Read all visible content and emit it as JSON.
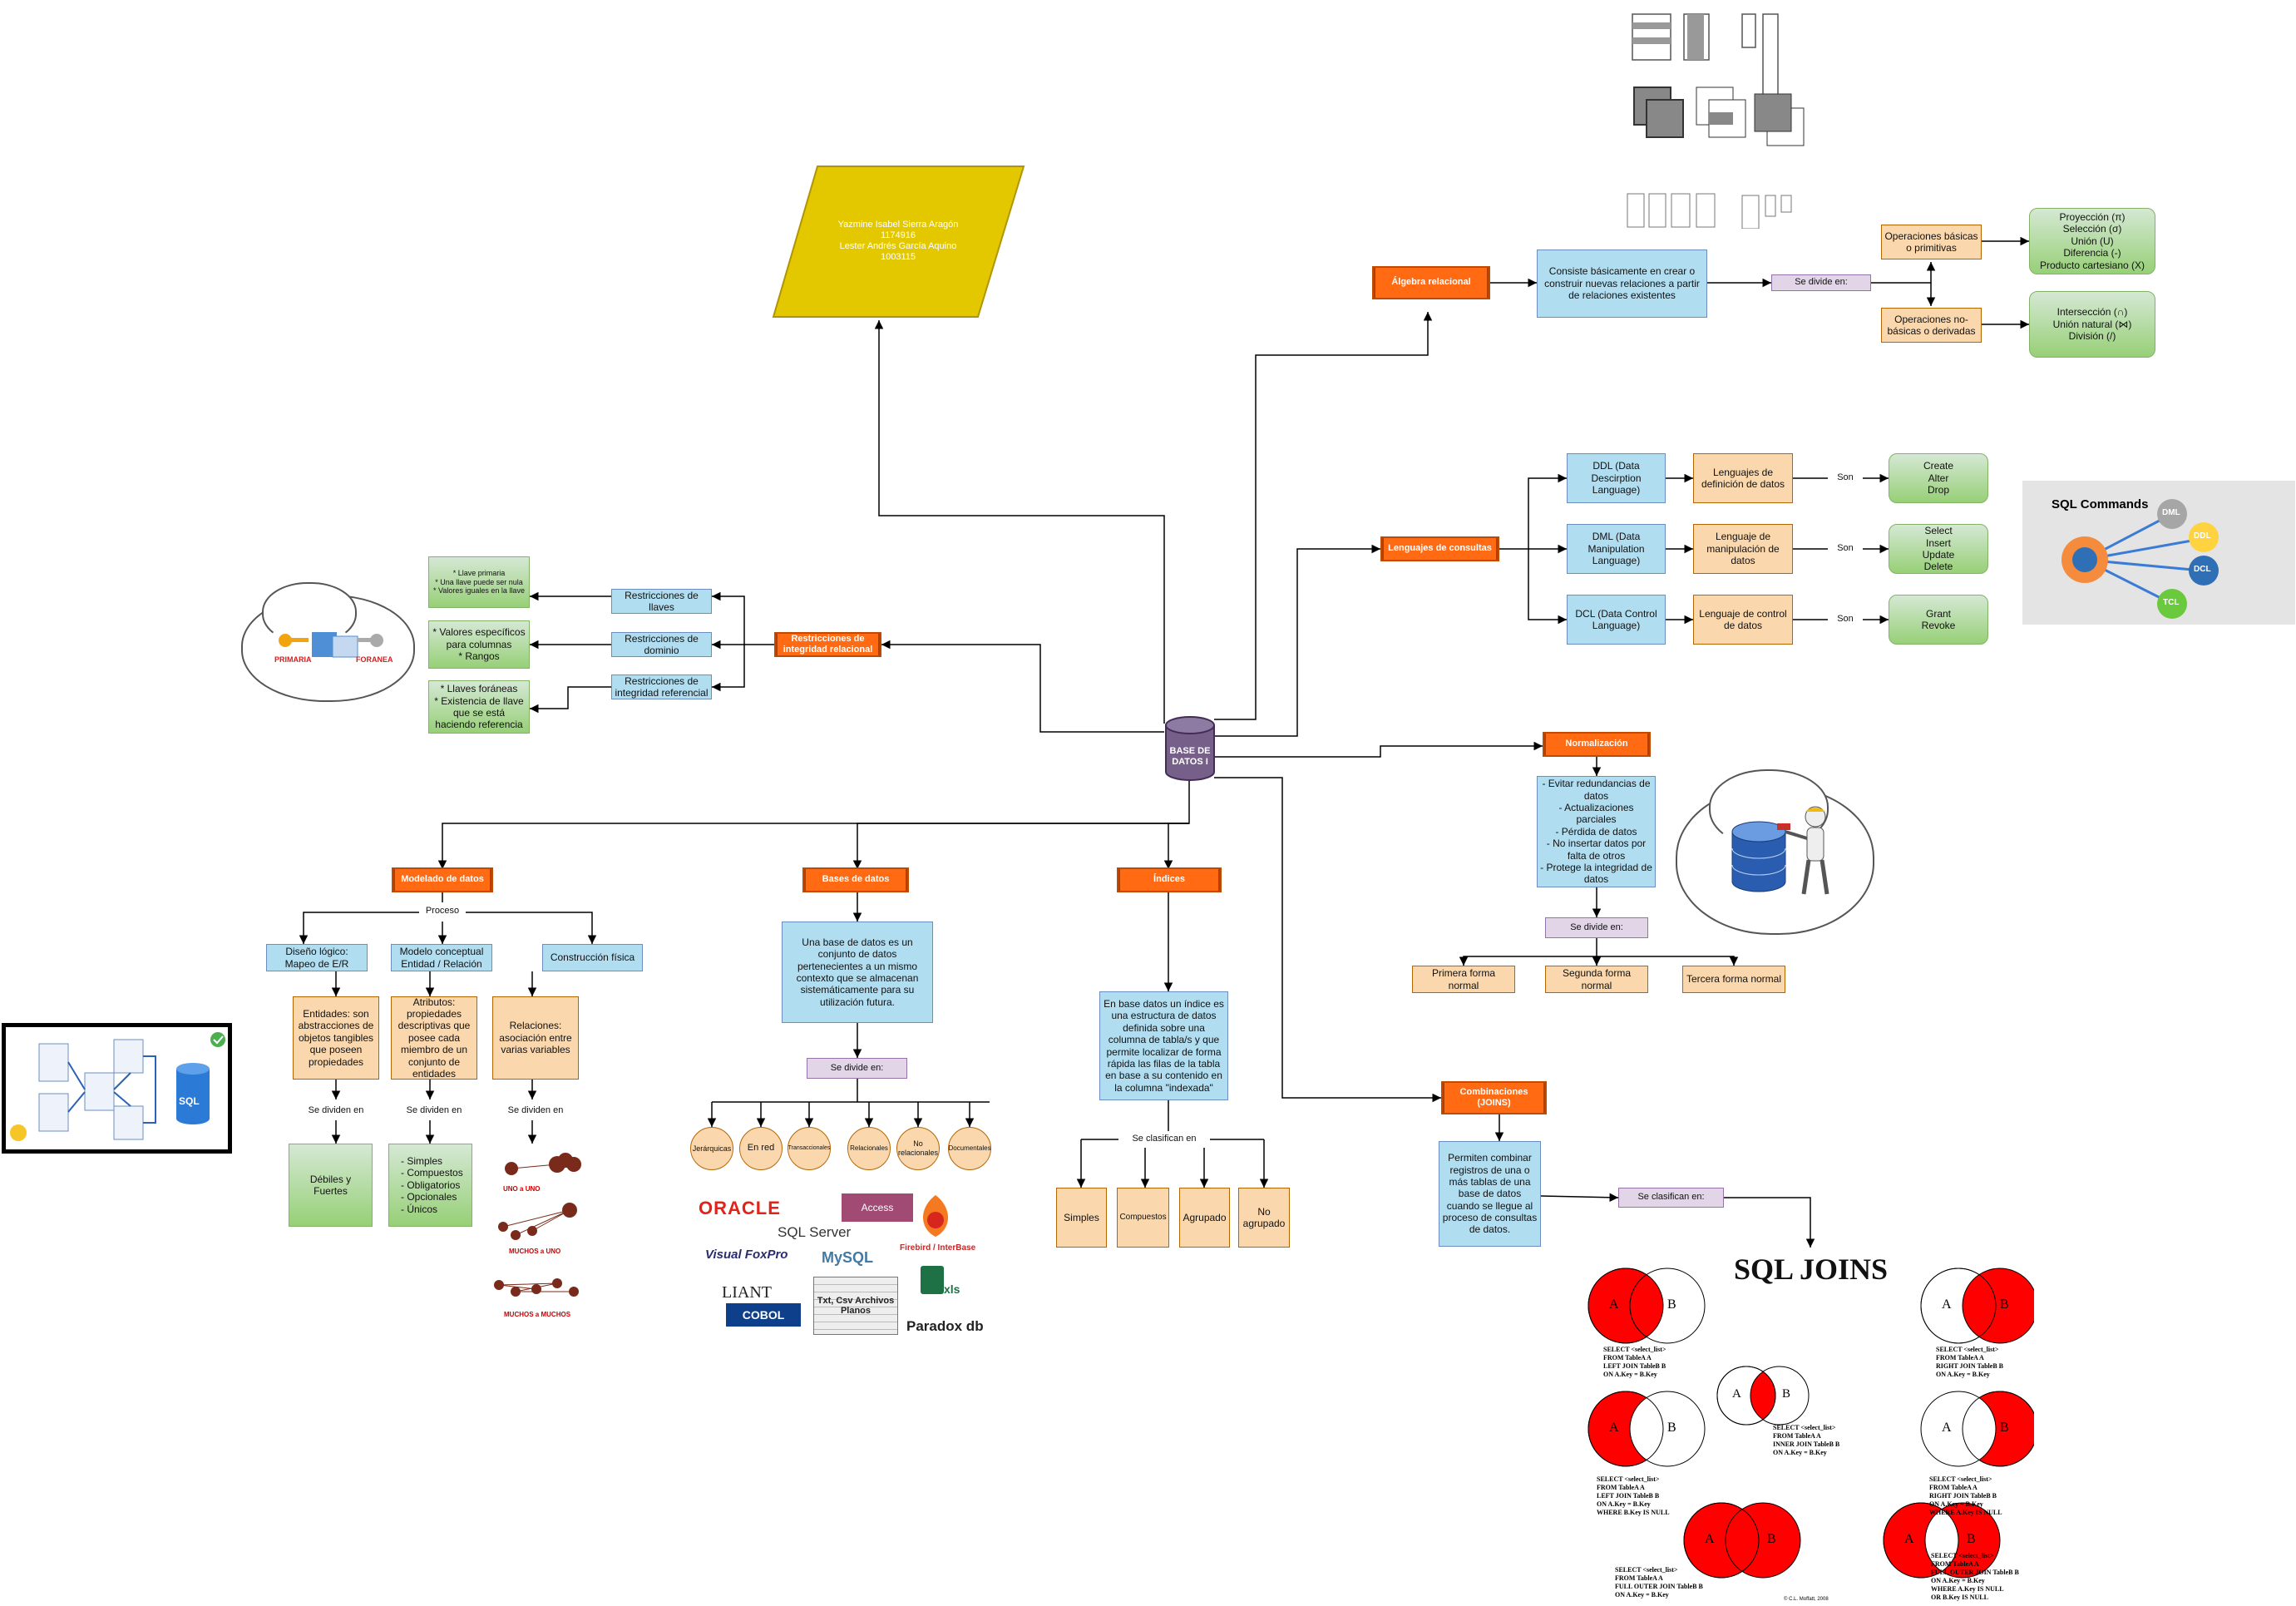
{
  "authors": {
    "line1": "Yazmine Isabel Sierra Aragón",
    "line2": "1174916",
    "line3": "Lester Andrés García Aquino",
    "line4": "1003115"
  },
  "center": {
    "label": "BASE DE DATOS I"
  },
  "algebra": {
    "title": "Álgebra relacional",
    "description": "Consiste básicamente en crear o construir nuevas relaciones a partir de relaciones existentes",
    "divides": "Se divide en:",
    "basic": "Operaciones básicas o primitivas",
    "basic_list": "Proyección (π)\nSelección (σ)\nUnión (U)\nDiferencia (-)\nProducto cartesiano (X)",
    "derived": "Operaciones no-básicas o derivadas",
    "derived_list": "Intersección (∩)\nUnión natural (⋈)\nDivisión (/)"
  },
  "languages": {
    "title": "Lenguajes de consultas",
    "son": "Son",
    "items": [
      {
        "name": "DDL (Data Descirption Language)",
        "desc": "Lenguajes de definición de datos",
        "cmds": "Create\nAlter\nDrop"
      },
      {
        "name": "DML (Data Manipulation Language)",
        "desc": "Lenguaje de manipulación de datos",
        "cmds": "Select\nInsert\nUpdate\nDelete"
      },
      {
        "name": "DCL (Data Control Language)",
        "desc": "Lenguaje de control de datos",
        "cmds": "Grant\nRevoke"
      }
    ],
    "sql_commands": {
      "title": "SQL Commands",
      "dml": "DML",
      "ddl": "DDL",
      "dcl": "DCL",
      "tcl": "TCL"
    }
  },
  "restrictions": {
    "title": "Restricciones de integridad relacional",
    "items": [
      {
        "name": "Restricciones de llaves",
        "desc": "* Llave primaria\n* Una llave puede ser nula\n* Valores iguales en la llave"
      },
      {
        "name": "Restricciones de dominio",
        "desc": "* Valores específicos para columnas\n* Rangos"
      },
      {
        "name": "Restricciones de integridad referencial",
        "desc": "* Llaves foráneas\n* Existencia de llave que se está haciendo referencia"
      }
    ],
    "primaria": "PRIMARIA",
    "foranea": "FORANEA"
  },
  "normalization": {
    "title": "Normalización",
    "description": "- Evitar redundancias de datos\n- Actualizaciones parciales\n- Pérdida de datos\n- No insertar datos por falta de otros\n- Protege la integridad de datos",
    "divides": "Se divide en:",
    "forms": [
      "Primera forma normal",
      "Segunda forma normal",
      "Tercera forma normal"
    ]
  },
  "modeling": {
    "title": "Modelado de datos",
    "process": "Proceso",
    "steps": [
      "Diseño lógico: Mapeo de E/R",
      "Modelo conceptual Entidad / Relación",
      "Construcción física"
    ],
    "parts": [
      "Entidades: son abstracciones de objetos tangibles que poseen propiedades",
      "Atributos: propiedades descriptivas que posee cada miembro de un conjunto de entidades",
      "Relaciones: asociación entre varias variables"
    ],
    "divide_label": "Se dividen en",
    "entities_types": "Débiles y Fuertes",
    "attribute_types": "- Simples\n- Compuestos\n- Obligatorios\n- Opcionales\n- Únicos",
    "rel_labels": [
      "UNO",
      "a",
      "UNO",
      "MUCHOS",
      "a",
      "UNO",
      "MUCHOS",
      "a",
      "MUCHOS"
    ],
    "sql_badge": "SQL"
  },
  "databases": {
    "title": "Bases de datos",
    "description": "Una base de datos es un conjunto de datos pertenecientes a un mismo contexto que se almacenan sistemáticamente para su utilización futura.",
    "divides": "Se divide en:",
    "types": [
      "Jerárquicas",
      "En red",
      "Transaccionales",
      "Relacionales",
      "No relacionales",
      "Documentales"
    ],
    "logos": [
      "ORACLE",
      "SQL Server",
      "Access",
      "Visual FoxPro",
      "MySQL",
      "Firebird / InterBase",
      "LIANT",
      "COBOL",
      "Txt, Csv Archivos Planos",
      "xls",
      "Paradox db"
    ]
  },
  "indexes": {
    "title": "Índices",
    "description": "En base datos un índice es una estructura de datos definida sobre una columna de tabla/s y que permite localizar de forma rápida las filas de la tabla en base a su contenido en la columna \"indexada\"",
    "classify": "Se clasifican en",
    "types": [
      "Simples",
      "Compuestos",
      "Agrupado",
      "No agrupado"
    ]
  },
  "joins": {
    "title": "Combinaciones (JOINS)",
    "description": "Permiten combinar registros de una o más tablas de una base de datos cuando se llegue al proceso de consultas de datos.",
    "classify": "Se clasifican en:",
    "image_title": "SQL JOINS",
    "a": "A",
    "b": "B",
    "queries": [
      "SELECT <select_list>\nFROM TableA A\nLEFT JOIN TableB B\nON A.Key = B.Key",
      "SELECT <select_list>\nFROM TableA A\nRIGHT JOIN TableB B\nON A.Key = B.Key",
      "SELECT <select_list>\nFROM TableA A\nINNER JOIN TableB B\nON A.Key = B.Key",
      "SELECT <select_list>\nFROM TableA A\nLEFT JOIN TableB B\nON A.Key = B.Key\nWHERE B.Key IS NULL",
      "SELECT <select_list>\nFROM TableA A\nRIGHT JOIN TableB B\nON A.Key = B.Key\nWHERE A.Key IS NULL",
      "SELECT <select_list>\nFROM TableA A\nFULL OUTER JOIN TableB B\nON A.Key = B.Key",
      "SELECT <select_list>\nFROM TableA A\nFULL OUTER JOIN TableB B\nON A.Key = B.Key\nWHERE A.Key IS NULL\nOR B.Key IS NULL"
    ],
    "credit": "© C.L. Moffatt, 2008"
  },
  "colors": {
    "orange": "#ff6a13",
    "blue": "#b1ddf0",
    "peach": "#fad7ac",
    "green": "#97d077",
    "purple": "#e1d5e7",
    "yellow": "#e3c800",
    "red": "#ff0000"
  }
}
